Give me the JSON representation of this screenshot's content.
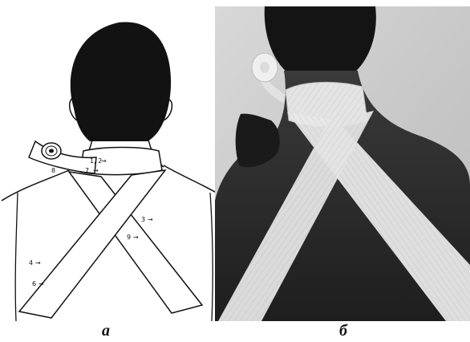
{
  "panels": [
    {
      "caption": "а",
      "kind": "line-drawing",
      "turn_labels": [
        {
          "number": "1, 2",
          "arrow": "→"
        },
        {
          "number": "7",
          "arrow": "→"
        },
        {
          "number": "8",
          "arrow": ""
        },
        {
          "number": "3",
          "arrow": "→"
        },
        {
          "number": "9",
          "arrow": "→"
        },
        {
          "number": "4",
          "arrow": "→"
        },
        {
          "number": "6",
          "arrow": "→"
        }
      ]
    },
    {
      "caption": "б",
      "kind": "photograph"
    }
  ],
  "colors": {
    "ink": "#111111",
    "hair": "#121212",
    "photo_background": "#cfcfcf",
    "bandage": "#e7e7e7"
  },
  "icons": {
    "bandage_roll": "bandage-roll-icon",
    "gloved_hand": "gloved-hand-icon"
  }
}
